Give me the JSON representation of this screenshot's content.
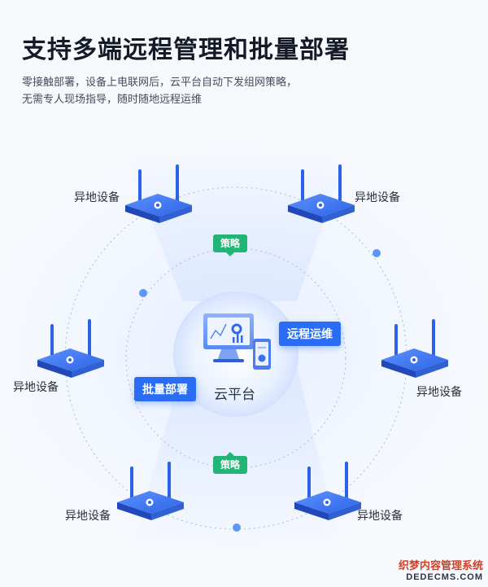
{
  "header": {
    "title": "支持多端远程管理和批量部署",
    "desc_line1": "零接触部署，设备上电联网后，云平台自动下发组网策略，",
    "desc_line2": "无需专人现场指导，随时随地远程运维"
  },
  "diagram": {
    "center_label": "云平台",
    "remote_ops_label": "远程运维",
    "batch_deploy_label": "批量部署",
    "policy_label_top": "策略",
    "policy_label_bottom": "策略",
    "devices": [
      {
        "label": "异地设备"
      },
      {
        "label": "异地设备"
      },
      {
        "label": "异地设备"
      },
      {
        "label": "异地设备"
      },
      {
        "label": "异地设备"
      },
      {
        "label": "异地设备"
      }
    ]
  },
  "watermark": {
    "line1": "织梦内容管理系统",
    "line2": "DEDECMS.COM"
  },
  "colors": {
    "accent_blue": "#2a6df4",
    "policy_green": "#21b577",
    "title": "#141a26"
  }
}
